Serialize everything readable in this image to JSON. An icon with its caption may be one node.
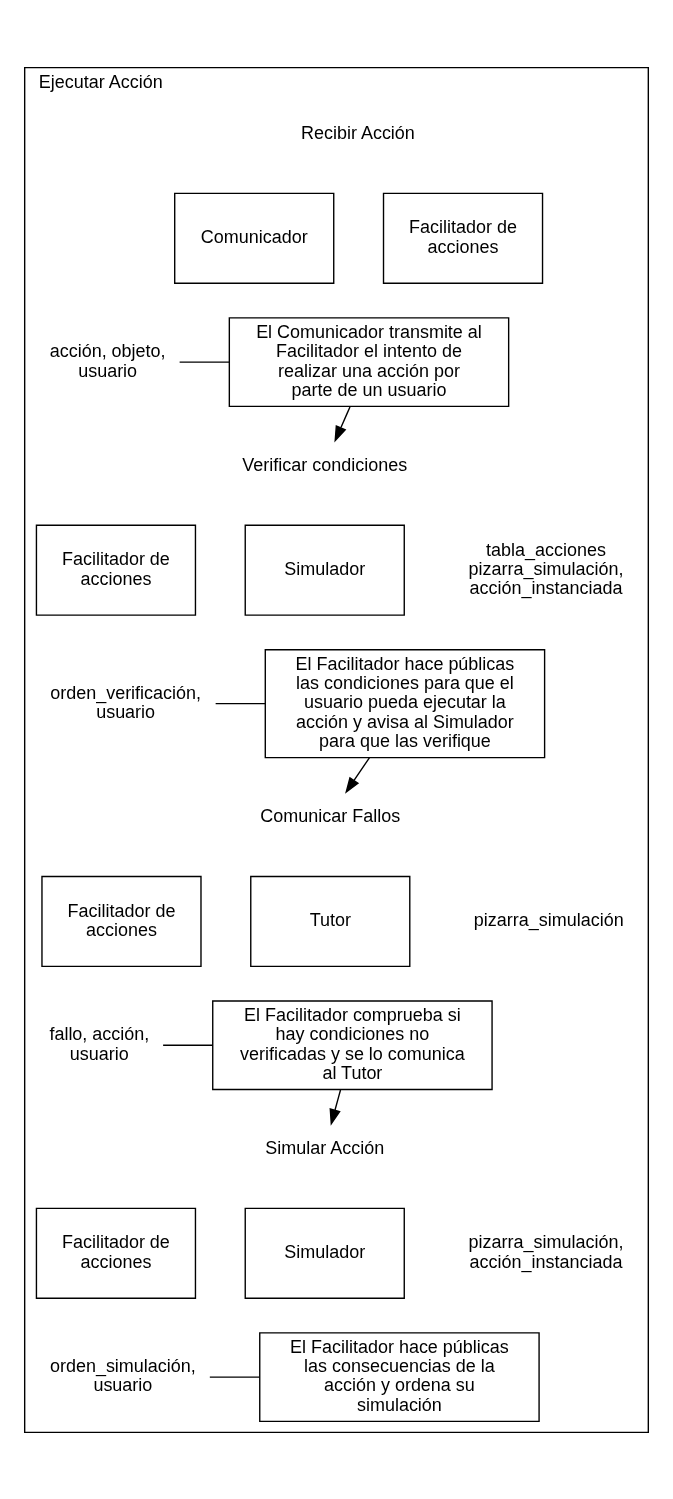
{
  "diagram": {
    "nodes": [
      {
        "text": [
          "Ejecutar Acción"
        ]
      },
      {
        "text": [
          "Recibir Acción"
        ],
        "in": 0
      },
      {
        "text": [
          "Comunicador"
        ],
        "in": 0
      },
      {
        "text": [
          "Facilitador de acciones"
        ],
        "in": 0
      },
      {
        "text": [
          "El Comunicador transmite al Facilitador el intento de realizar una acción por parte de un usuario"
        ],
        "in": 0
      },
      {
        "text": [
          "acción, objeto, usuario"
        ],
        "in": 0
      },
      {
        "text": [
          "Verificar condiciones"
        ],
        "in": 0
      },
      {
        "text": [
          "Facilitador de acciones"
        ],
        "in": 0
      },
      {
        "text": [
          "Simulador"
        ],
        "in": 0
      },
      {
        "text": [
          "El Facilitador hace públicas las condiciones para que el usuario pueda ejecutar la acción y avisa al Simulador para que las verifique"
        ],
        "in": 0
      },
      {
        "text": [
          "orden_verificación, usuario"
        ],
        "in": 0
      },
      {
        "text": [
          "Comunicar Fallos"
        ],
        "in": 0
      },
      {
        "text": [
          "Facilitador de acciones"
        ],
        "in": 0
      },
      {
        "text": [
          "Tutor"
        ],
        "in": 0
      },
      {
        "text": [
          "El Facilitador comprueba si hay condiciones no verificadas y se lo comunica al Tutor"
        ],
        "in": 0
      },
      {
        "text": [
          "fallo, acción, usuario"
        ],
        "in": 0
      },
      {
        "text": [
          "Simular Acción"
        ],
        "in": 0
      },
      {
        "text": [
          "Facilitador de acciones"
        ],
        "in": 0
      },
      {
        "text": [
          "Simulador"
        ],
        "in": 0
      },
      {
        "text": [
          "El Facilitador hace públicas las consecuencias de la acción y ordena su simulación"
        ],
        "in": 0
      },
      {
        "text": [
          "orden_simulación, usuario"
        ],
        "in": 0
      }
    ],
    "edges": [
      {
        "from": 4,
        "to": 5,
        "arrow": "none"
      },
      {
        "from": 4,
        "to": 6,
        "arrow": "to"
      },
      {
        "from": 9,
        "to": 10,
        "arrow": "none"
      },
      {
        "from": 9,
        "to": 11,
        "arrow": "to"
      },
      {
        "from": 14,
        "to": 15,
        "arrow": "none"
      },
      {
        "from": 14,
        "to": 16,
        "arrow": "to"
      },
      {
        "from": 19,
        "to": 20,
        "arrow": "none"
      }
    ],
    "labels": [
      "tabla_acciones pizarra_simulación, acción_instanciada",
      "pizarra_simulación",
      "pizarra_simulación, acción_instanciada"
    ]
  }
}
